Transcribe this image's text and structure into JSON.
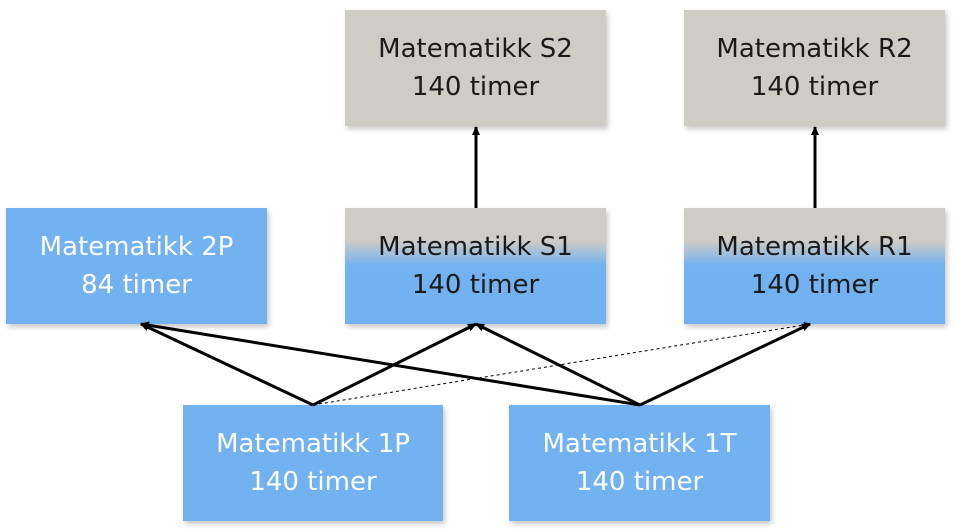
{
  "nodes": [
    {
      "id": "s2",
      "title": "Matematikk S2",
      "hours": "140 timer",
      "style": "gray"
    },
    {
      "id": "r2",
      "title": "Matematikk R2",
      "hours": "140 timer",
      "style": "gray"
    },
    {
      "id": "p2",
      "title": "Matematikk 2P",
      "hours": "84 timer",
      "style": "blue"
    },
    {
      "id": "s1",
      "title": "Matematikk S1",
      "hours": "140 timer",
      "style": "gradient"
    },
    {
      "id": "r1",
      "title": "Matematikk R1",
      "hours": "140 timer",
      "style": "gradient"
    },
    {
      "id": "p1",
      "title": "Matematikk 1P",
      "hours": "140 timer",
      "style": "blue"
    },
    {
      "id": "t1",
      "title": "Matematikk 1T",
      "hours": "140 timer",
      "style": "blue"
    }
  ],
  "edges": [
    {
      "from": "s1",
      "to": "s2",
      "style": "solid"
    },
    {
      "from": "r1",
      "to": "r2",
      "style": "solid"
    },
    {
      "from": "p1",
      "to": "p2",
      "style": "solid"
    },
    {
      "from": "p1",
      "to": "s1",
      "style": "solid"
    },
    {
      "from": "p1",
      "to": "r1",
      "style": "dashed"
    },
    {
      "from": "t1",
      "to": "p2",
      "style": "solid"
    },
    {
      "from": "t1",
      "to": "s1",
      "style": "solid"
    },
    {
      "from": "t1",
      "to": "r1",
      "style": "solid"
    }
  ],
  "colors": {
    "blue_box": "#72b2f1",
    "gray_box": "#cfccc6",
    "arrow": "#000000"
  }
}
